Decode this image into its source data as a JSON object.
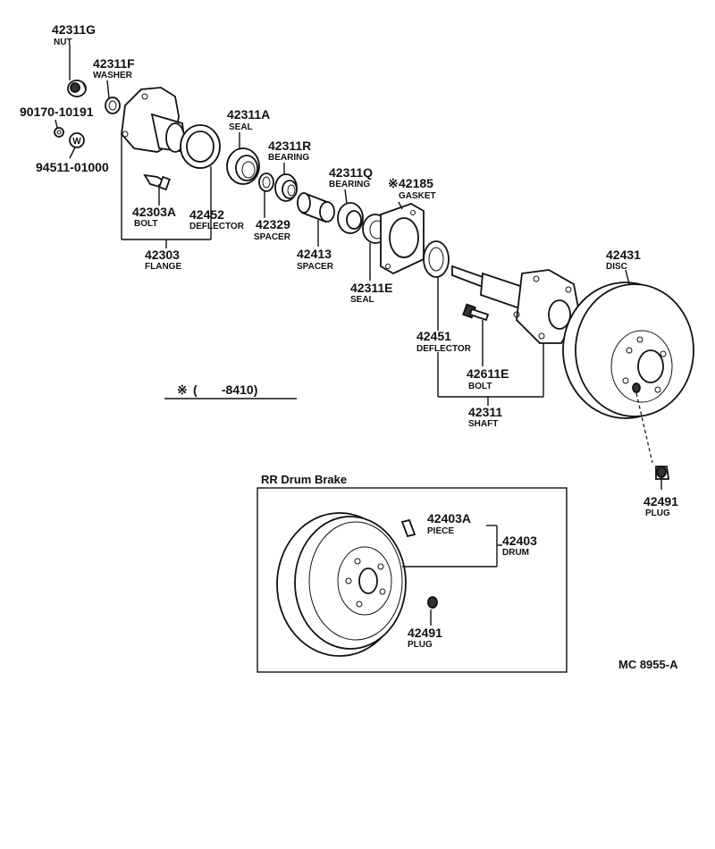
{
  "labels": {
    "nut_g": {
      "num": "42311G",
      "name": "NUT"
    },
    "washer_f": {
      "num": "42311F",
      "name": "WASHER"
    },
    "p90170": {
      "num": "90170-10191",
      "name": ""
    },
    "p94511": {
      "num": "94511-01000",
      "name": ""
    },
    "seal_a": {
      "num": "42311A",
      "name": "SEAL"
    },
    "bearing_r": {
      "num": "42311R",
      "name": "BEARING"
    },
    "bearing_q": {
      "num": "42311Q",
      "name": "BEARING"
    },
    "gasket": {
      "num": "42185",
      "name": "GASKET",
      "mark": "※"
    },
    "bolt_a": {
      "num": "42303A",
      "name": "BOLT"
    },
    "deflector_452": {
      "num": "42452",
      "name": "DEFLECTOR"
    },
    "spacer_329": {
      "num": "42329",
      "name": "SPACER"
    },
    "spacer_413": {
      "num": "42413",
      "name": "SPACER"
    },
    "seal_e": {
      "num": "42311E",
      "name": "SEAL"
    },
    "flange": {
      "num": "42303",
      "name": "FLANGE"
    },
    "disc": {
      "num": "42431",
      "name": "DISC"
    },
    "deflector_451": {
      "num": "42451",
      "name": "DEFLECTOR"
    },
    "bolt_e": {
      "num": "42611E",
      "name": "BOLT"
    },
    "shaft": {
      "num": "42311",
      "name": "SHAFT"
    },
    "plug_top": {
      "num": "42491",
      "name": "PLUG"
    },
    "piece": {
      "num": "42403A",
      "name": "PIECE"
    },
    "drum": {
      "num": "42403",
      "name": "DRUM"
    },
    "plug_box": {
      "num": "42491",
      "name": "PLUG"
    }
  },
  "washer_marker": "W",
  "footnote": {
    "mark": "※",
    "text": "(       -8410)"
  },
  "box_title": "RR Drum Brake",
  "diagram_code": "MC 8955-A"
}
